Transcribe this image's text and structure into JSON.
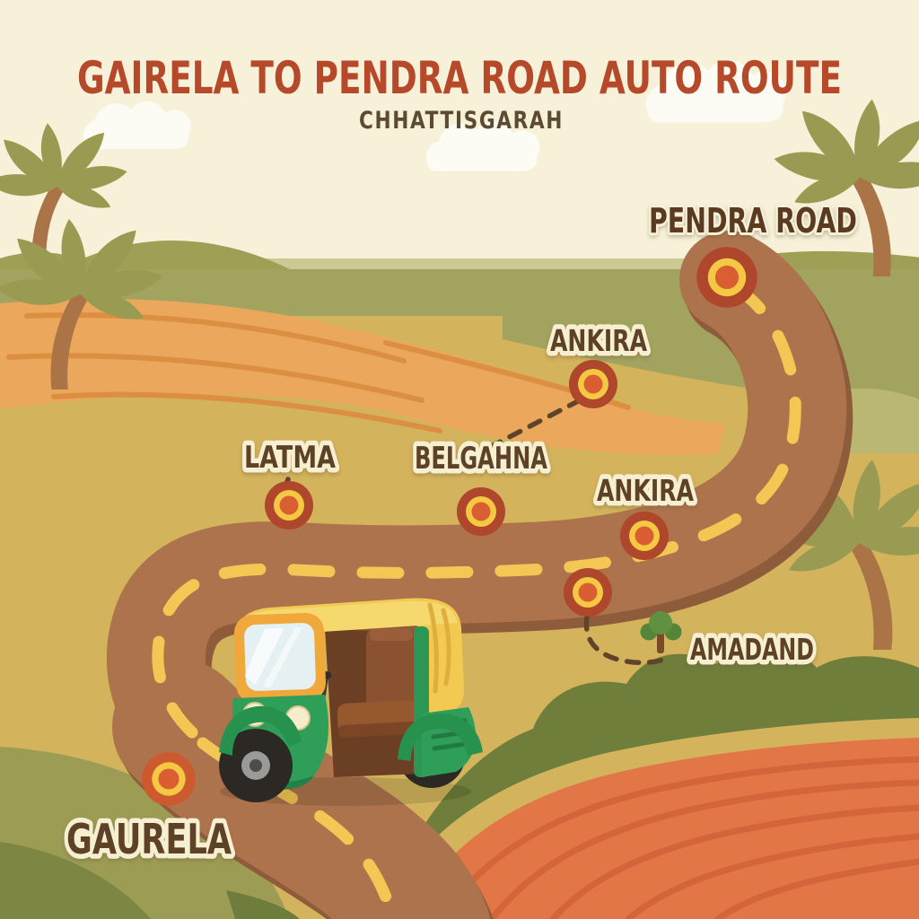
{
  "title": {
    "text": "GAIRELA TO PENDRA ROAD AUTO ROUTE",
    "subtitle": "CHHATTISGARAH"
  },
  "route": {
    "from": "GAURELA",
    "to": "PENDRA ROAD",
    "stops": [
      {
        "id": "gaurela",
        "label": "GAURELA"
      },
      {
        "id": "latma",
        "label": "LATMA"
      },
      {
        "id": "belgahna",
        "label": "BELGAHNA"
      },
      {
        "id": "ankira-north",
        "label": "ANKIRA"
      },
      {
        "id": "ankira",
        "label": "ANKIRA"
      },
      {
        "id": "amadand",
        "label": "AMADAND"
      },
      {
        "id": "pendra-road",
        "label": "PENDRA ROAD"
      }
    ]
  },
  "vehicle": {
    "name": "auto-rickshaw"
  },
  "colors": {
    "sky": "#f7f1da",
    "title_red": "#b5492a",
    "label_brown": "#5d4226",
    "label_outline": "#f7efd2",
    "road_brown": "#ad734c",
    "road_shadow": "#8f5c3b",
    "dash_yellow": "#f4c754",
    "marker_outer": "#ae472b",
    "marker_ring": "#f5c843",
    "marker_center": "#d95f33",
    "field_orange": "#eba75b",
    "plowed_orange": "#e27647",
    "hill_olive": "#a09f56",
    "ground_mustard": "#d3b35c",
    "bush_green": "#6f7e3a",
    "rickshaw_yellow": "#f2ca52",
    "rickshaw_green": "#2f9e58"
  }
}
